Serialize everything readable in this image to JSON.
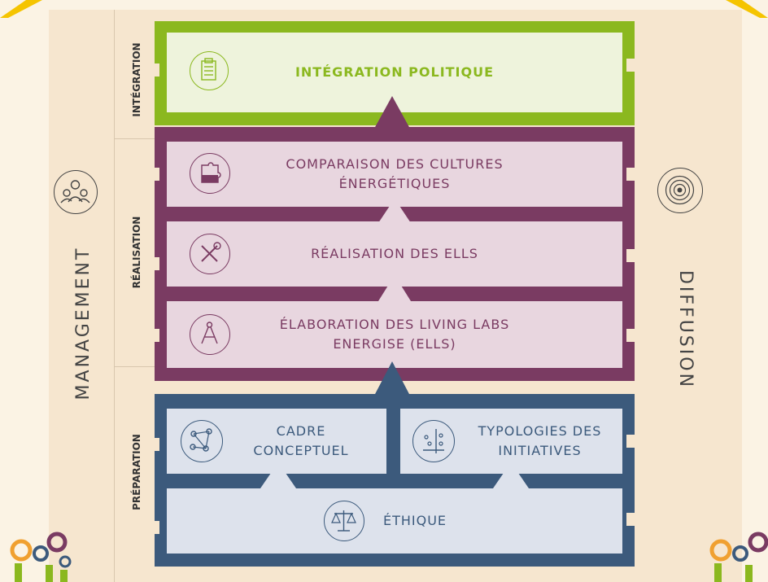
{
  "side_labels": {
    "left": "MANAGEMENT",
    "right": "DIFFUSION"
  },
  "phases": {
    "integration": "INTÉGRATION",
    "realisation": "RÉALISATION",
    "preparation": "PRÉPARATION"
  },
  "boxes": {
    "integration_politique": "INTÉGRATION POLITIQUE",
    "comparaison": "COMPARAISON DES CULTURES ÉNERGÉTIQUES",
    "realisation_ells": "RÉALISATION DES ELLS",
    "elaboration": "ÉLABORATION DES LIVING LABS ENERGISE (ELLS)",
    "cadre": "CADRE CONCEPTUEL",
    "typologies": "TYPOLOGIES DES INITIATIVES",
    "ethique": "ÉTHIQUE"
  },
  "colors": {
    "green": "#8bb81f",
    "green_fill": "#eef3dc",
    "purple": "#7a3b62",
    "purple_fill": "#e8d6df",
    "blue": "#3c5a7c",
    "blue_fill": "#dde2ec",
    "yellow": "#f5c400",
    "panel": "#f6e6cf"
  },
  "icons": [
    "clipboard-icon",
    "puzzle-icon",
    "tools-icon",
    "compass-icon",
    "network-icon",
    "scatter-icon",
    "scales-icon",
    "people-icon",
    "disc-icon",
    "logo-icon"
  ]
}
